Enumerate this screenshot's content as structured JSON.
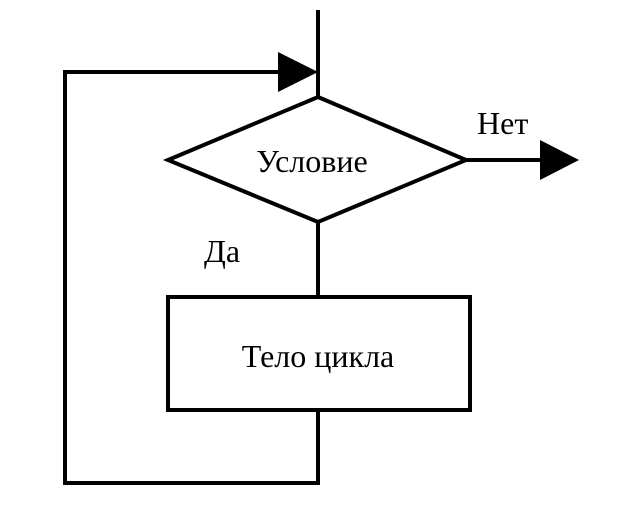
{
  "diagram": {
    "type": "flowchart",
    "condition_label": "Условие",
    "yes_label": "Да",
    "no_label": "Нет",
    "body_label": "Тело цикла"
  },
  "colors": {
    "stroke": "#000000",
    "background": "#ffffff"
  }
}
